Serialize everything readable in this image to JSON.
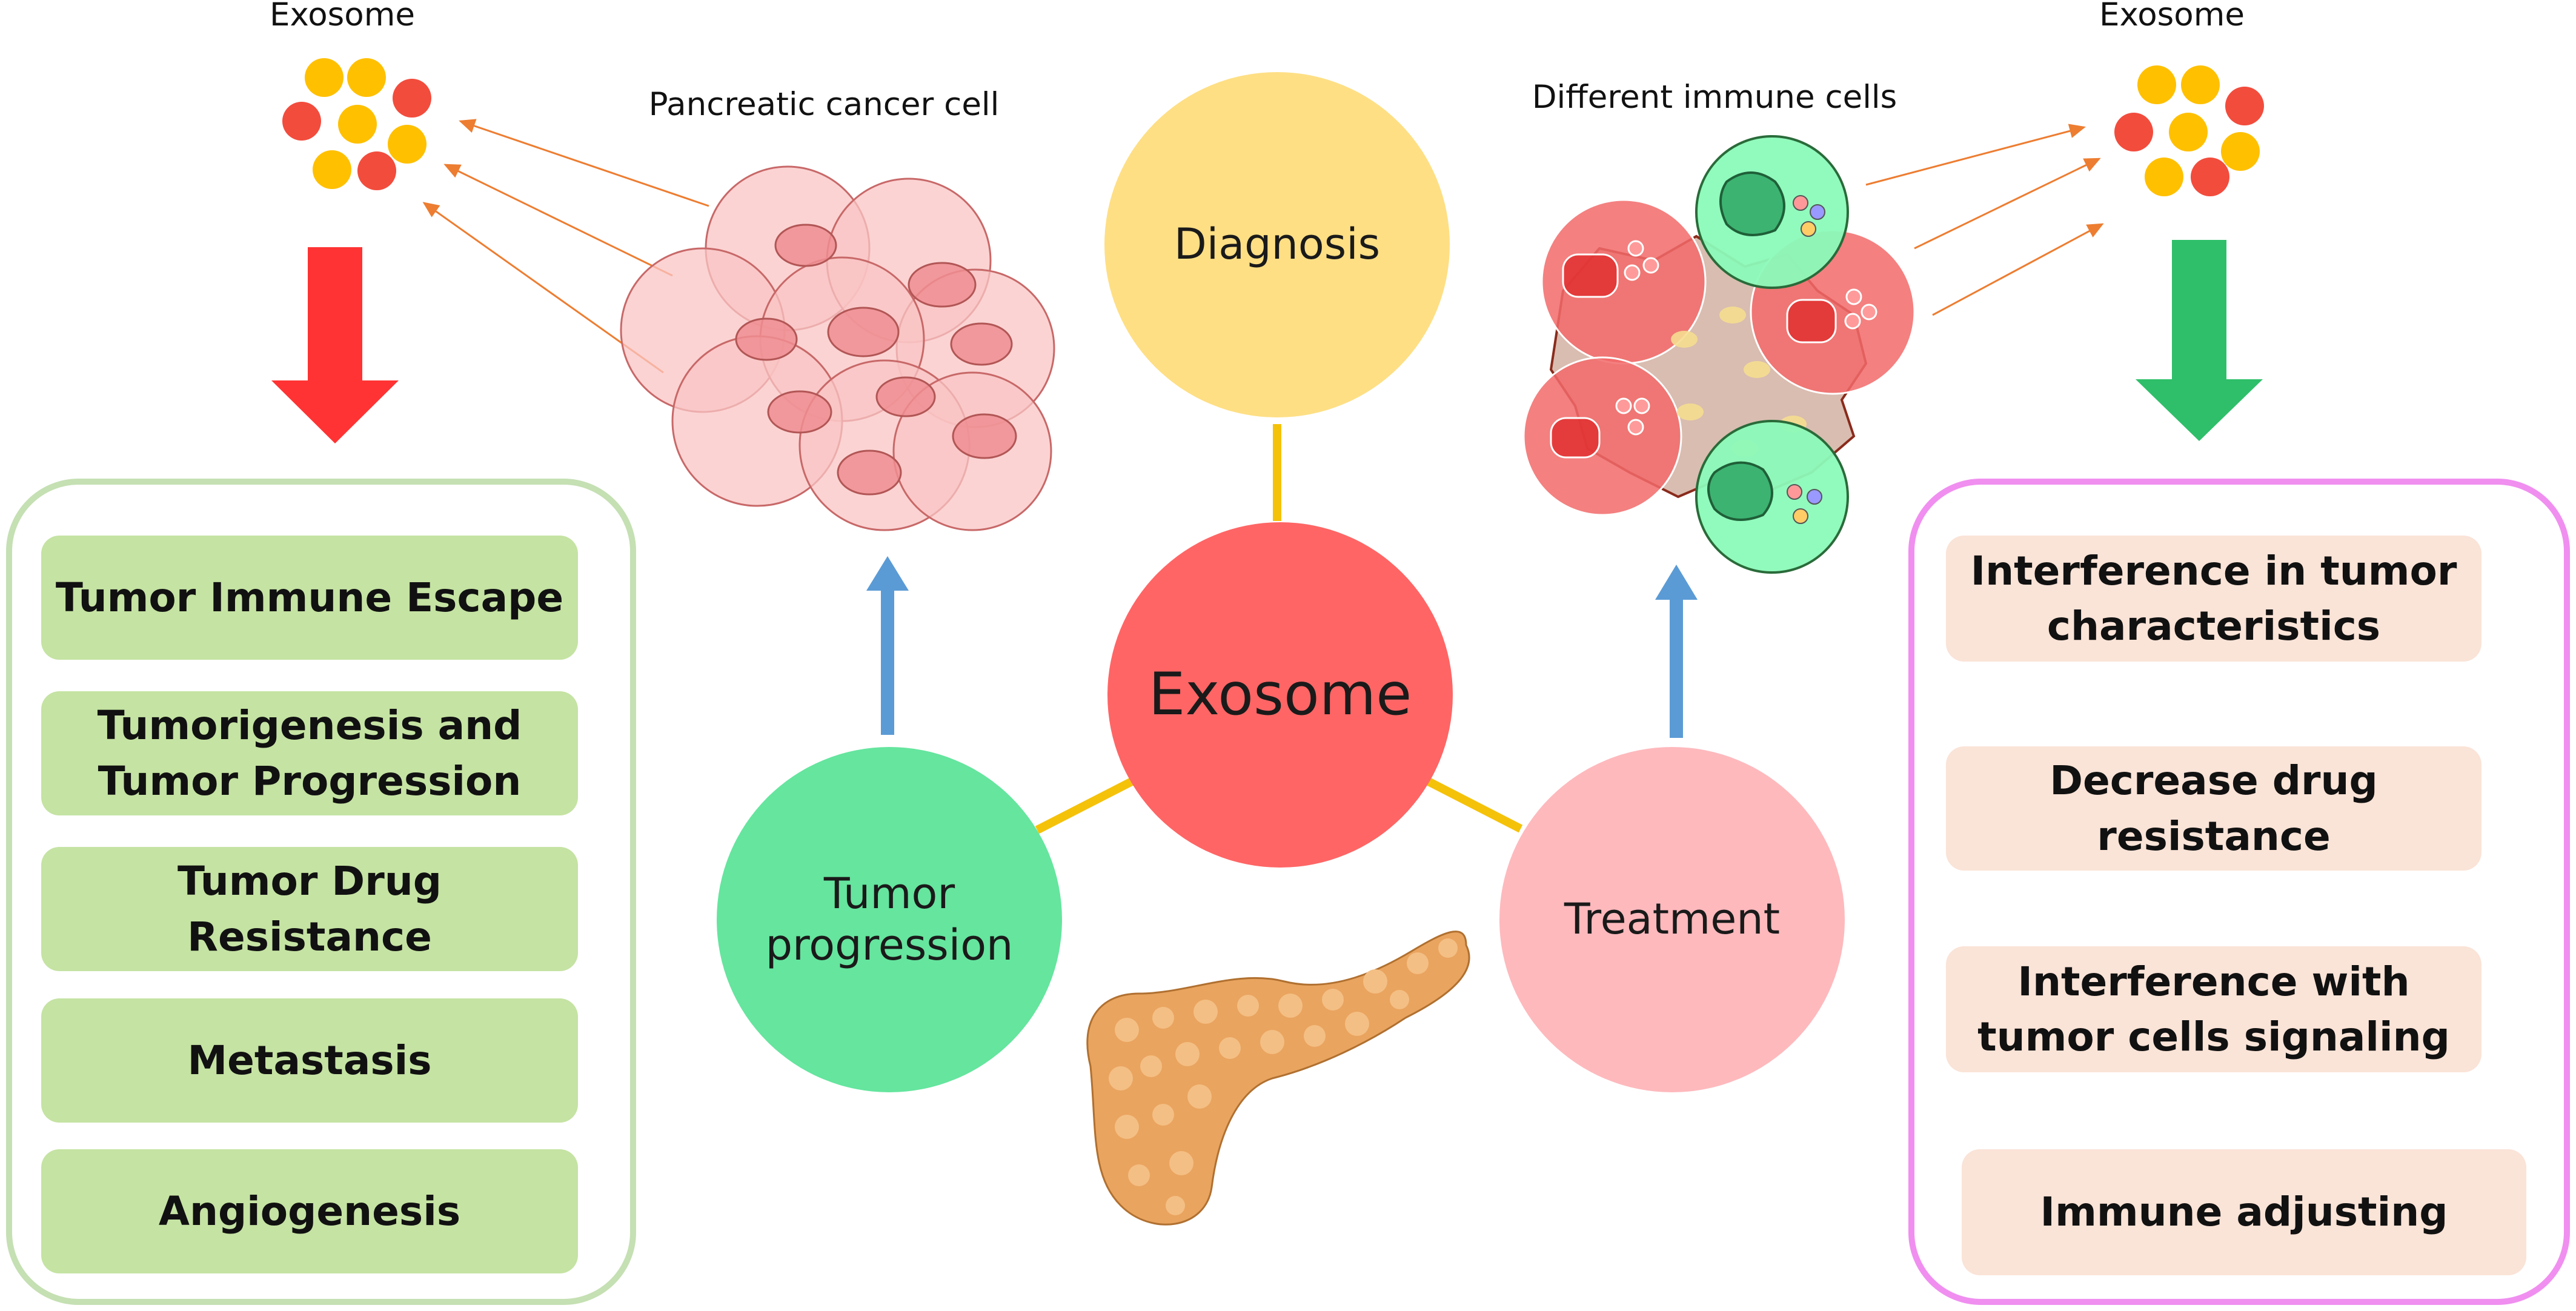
{
  "labels": {
    "exosome_left": "Exosome",
    "exosome_right": "Exosome",
    "pancreatic_cell": "Pancreatic cancer cell",
    "immune_cells": "Different immune cells"
  },
  "center": {
    "title": "Exosome",
    "diagnosis": "Diagnosis",
    "tumor_progression": "Tumor progression",
    "treatment": "Treatment"
  },
  "left_panel": {
    "items": [
      "Tumor Immune Escape",
      "Tumorigenesis and Tumor Progression",
      "Tumor Drug Resistance",
      "Metastasis",
      "Angiogenesis"
    ]
  },
  "right_panel": {
    "items": [
      "Interference in tumor characteristics",
      "Decrease drug resistance",
      "Interference with tumor cells signaling",
      "Immune adjusting"
    ]
  },
  "colors": {
    "exosome_center": "#ff6565",
    "diagnosis": "#fedf84",
    "tumor_progression": "#65e59e",
    "treatment": "#feb9bd",
    "connector": "#f5c20a",
    "up_arrow": "#5b9bd5",
    "down_arrow_left": "#ff3333",
    "down_arrow_right": "#2fbf6a",
    "left_panel_border": "#c5e0b3",
    "right_panel_border": "#f08ff0",
    "left_box": "#c5e3a3",
    "right_box": "#fae3d7"
  }
}
